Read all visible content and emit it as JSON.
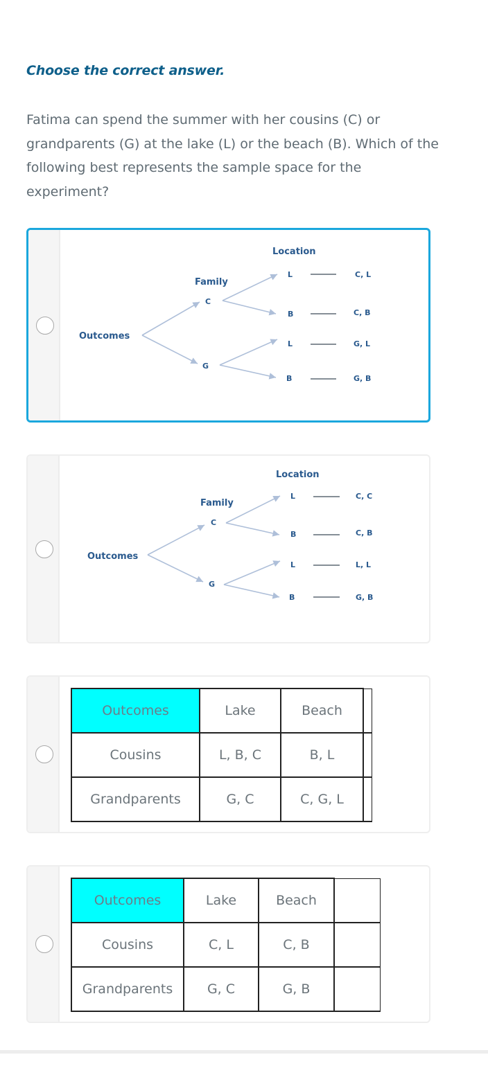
{
  "instruction": "Choose the correct answer.",
  "question": "Fatima can spend the summer with her cousins (C) or grandparents (G) at the lake (L) or the beach (B). Which of the following best represents the sample space for the experiment?",
  "options": [
    {
      "kind": "tree",
      "selected": true,
      "labels": {
        "location": "Location",
        "family": "Family",
        "outcomes": "Outcomes",
        "c": "C",
        "g": "G",
        "branches": [
          "L",
          "B",
          "L",
          "B"
        ],
        "results": [
          "C, L",
          "C, B",
          "G, L",
          "G, B"
        ]
      }
    },
    {
      "kind": "tree",
      "selected": false,
      "labels": {
        "location": "Location",
        "family": "Family",
        "outcomes": "Outcomes",
        "c": "C",
        "g": "G",
        "branches": [
          "L",
          "B",
          "L",
          "B"
        ],
        "results": [
          "C, C",
          "C, B",
          "L, L",
          "G, B"
        ]
      }
    },
    {
      "kind": "table",
      "selected": false,
      "rows": [
        [
          "Outcomes",
          "Lake",
          "Beach"
        ],
        [
          "Cousins",
          "L, B, C",
          "B, L"
        ],
        [
          "Grandparents",
          "G, C",
          "C, G, L"
        ]
      ]
    },
    {
      "kind": "table",
      "selected": false,
      "rows": [
        [
          "Outcomes",
          "Lake",
          "Beach"
        ],
        [
          "Cousins",
          "C, L",
          "C, B"
        ],
        [
          "Grandparents",
          "G, C",
          "G, B"
        ]
      ]
    }
  ],
  "colors": {
    "accent": "#1aa7dd",
    "title": "#0e5f8a",
    "tree_line": "#aebfd9",
    "table_header": "#00ffff"
  }
}
